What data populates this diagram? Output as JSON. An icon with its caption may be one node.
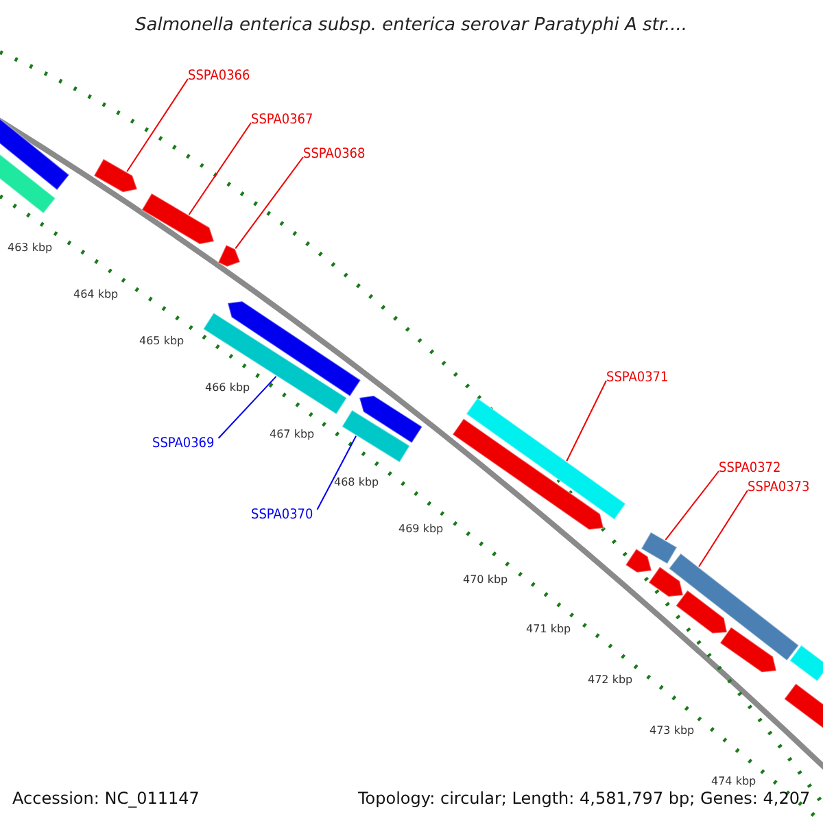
{
  "diagram": {
    "title": "Salmonella enterica subsp. enterica serovar Paratyphi A str....",
    "nodes": [
      {
        "text": [
          "SSPA0366"
        ]
      },
      {
        "text": [
          "SSPA0367"
        ]
      },
      {
        "text": [
          "SSPA0368"
        ]
      },
      {
        "text": [
          "SSPA0369"
        ]
      },
      {
        "text": [
          "SSPA0370"
        ]
      },
      {
        "text": [
          "SSPA0371"
        ]
      },
      {
        "text": [
          "SSPA0372"
        ]
      },
      {
        "text": [
          "SSPA0373"
        ]
      },
      {
        "text": [],
        "shape": "arrow"
      },
      {
        "text": [],
        "shape": "bar"
      },
      {
        "text": [],
        "shape": "arrow"
      },
      {
        "text": [],
        "shape": "arrow"
      },
      {
        "text": [],
        "shape": "arrow"
      },
      {
        "text": [],
        "shape": "arrow"
      },
      {
        "text": [],
        "shape": "bar"
      },
      {
        "text": [],
        "shape": "arrow"
      },
      {
        "text": [],
        "shape": "bar"
      },
      {
        "text": [],
        "shape": "bar"
      },
      {
        "text": [],
        "shape": "arrow"
      },
      {
        "text": [],
        "shape": "bar"
      },
      {
        "text": [],
        "shape": "bar"
      },
      {
        "text": [],
        "shape": "bar"
      },
      {
        "text": [],
        "shape": "arrow"
      },
      {
        "text": [],
        "shape": "arrow"
      },
      {
        "text": [],
        "shape": "arrow"
      },
      {
        "text": [],
        "shape": "arrow"
      },
      {
        "text": [],
        "shape": "arrow"
      }
    ],
    "edges": [
      {
        "from": 0,
        "to": 10,
        "arrow": "none"
      },
      {
        "from": 1,
        "to": 11,
        "arrow": "none"
      },
      {
        "from": 2,
        "to": 12,
        "arrow": "none"
      },
      {
        "from": 3,
        "to": 14,
        "arrow": "none",
        "color": "#0000ee"
      },
      {
        "from": 4,
        "to": 16,
        "arrow": "none",
        "color": "#0000ee"
      },
      {
        "from": 5,
        "to": 17,
        "arrow": "none"
      },
      {
        "from": 6,
        "to": 19,
        "arrow": "none"
      },
      {
        "from": 7,
        "to": 20,
        "arrow": "none"
      }
    ],
    "labels": [
      "463 kbp",
      "464 kbp",
      "465 kbp",
      "466 kbp",
      "467 kbp",
      "468 kbp",
      "469 kbp",
      "470 kbp",
      "471 kbp",
      "472 kbp",
      "473 kbp",
      "474 kbp",
      "Accession: NC_011147",
      "Topology: circular; Length: 4,581,797 bp; Genes: 4,207"
    ]
  }
}
